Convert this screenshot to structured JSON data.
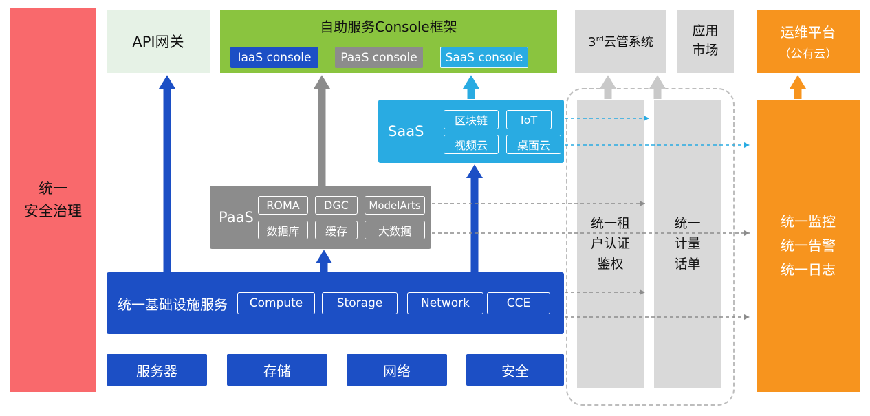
{
  "security_bar": {
    "label": "统一\n安全治理"
  },
  "api_gateway": {
    "label": "API网关"
  },
  "console_frame": {
    "title": "自助服务Console框架",
    "iaas_label": "IaaS console",
    "paas_label": "PaaS console",
    "saas_label": "SaaS console"
  },
  "third_party_cms": {
    "num": "3",
    "sup": "rd",
    "rest": "云管系统"
  },
  "app_market": {
    "label": "应用\n市场"
  },
  "om_platform": {
    "line1": "运维平台",
    "line2": "（公有云）"
  },
  "saas": {
    "label": "SaaS",
    "items": [
      "区块链",
      "IoT",
      "视频云",
      "桌面云"
    ]
  },
  "paas": {
    "label": "PaaS",
    "items": [
      "ROMA",
      "DGC",
      "ModelArts",
      "数据库",
      "缓存",
      "大数据"
    ]
  },
  "infrastructure": {
    "label": "统一基础设施服务",
    "items": [
      "Compute",
      "Storage",
      "Network",
      "CCE"
    ]
  },
  "hardware": {
    "items": [
      "服务器",
      "存储",
      "网络",
      "安全"
    ]
  },
  "auth_bar": {
    "label": "统一租\n户认证\n鉴权"
  },
  "metering_bar": {
    "label": "统一\n计量\n话单"
  },
  "monitor_bar": {
    "label": "统一监控\n统一告警\n统一日志"
  },
  "colors": {
    "red": "#F9696C",
    "light_green": "#E6F2E6",
    "green": "#8AC43F",
    "blue": "#1C4FC5",
    "gray": "#8C8C8C",
    "light_gray": "#D9D9D9",
    "cyan": "#29ABE2",
    "orange": "#F7941E"
  }
}
